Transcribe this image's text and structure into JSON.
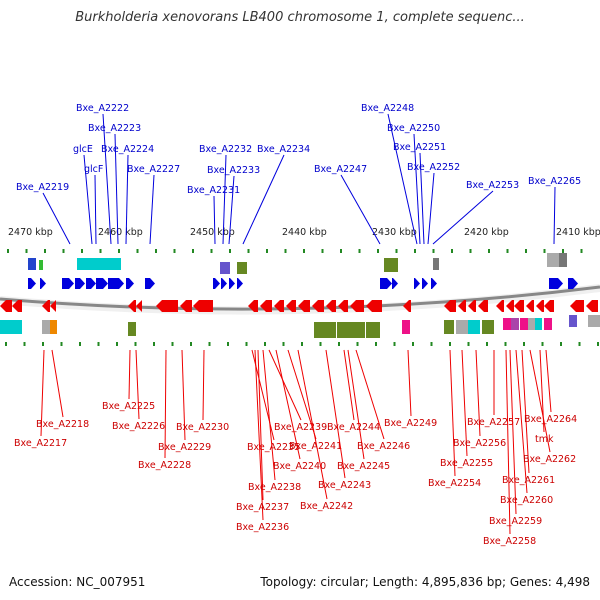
{
  "title": "Burkholderia xenovorans LB400 chromosome 1, complete sequenc...",
  "footer": {
    "accession": "Accession: NC_007951",
    "summary": "Topology: circular; Length: 4,895,836 bp; Genes: 4,498"
  },
  "colors": {
    "forward": "#0000dd",
    "reverse": "#ee0000",
    "backbone": "#888888",
    "tick": "#228822",
    "label_forward": "#0000cc",
    "label_reverse": "#cc0000"
  },
  "ruler": [
    "2470 kbp",
    "2460 kbp",
    "2450 kbp",
    "2440 kbp",
    "2430 kbp",
    "2420 kbp",
    "2410 kbp"
  ],
  "top_genes": [
    "Bxe_A2219",
    "glcE",
    "glcF",
    "Bxe_A2222",
    "Bxe_A2223",
    "Bxe_A2224",
    "Bxe_A2227",
    "Bxe_A2231",
    "Bxe_A2232",
    "Bxe_A2233",
    "Bxe_A2234",
    "Bxe_A2247",
    "Bxe_A2248",
    "Bxe_A2250",
    "Bxe_A2251",
    "Bxe_A2252",
    "Bxe_A2253",
    "Bxe_A2265"
  ],
  "bottom_genes": [
    "Bxe_A2217",
    "Bxe_A2218",
    "Bxe_A2225",
    "Bxe_A2226",
    "Bxe_A2228",
    "Bxe_A2229",
    "Bxe_A2230",
    "Bxe_A2235",
    "Bxe_A2236",
    "Bxe_A2237",
    "Bxe_A2238",
    "Bxe_A2239",
    "Bxe_A2240",
    "Bxe_A2241",
    "Bxe_A2242",
    "Bxe_A2243",
    "Bxe_A2244",
    "Bxe_A2245",
    "Bxe_A2246",
    "Bxe_A2249",
    "Bxe_A2254",
    "Bxe_A2255",
    "Bxe_A2256",
    "Bxe_A2257",
    "Bxe_A2258",
    "Bxe_A2259",
    "Bxe_A2260",
    "Bxe_A2261",
    "Bxe_A2262",
    "tmk",
    "Bxe_A2264"
  ]
}
